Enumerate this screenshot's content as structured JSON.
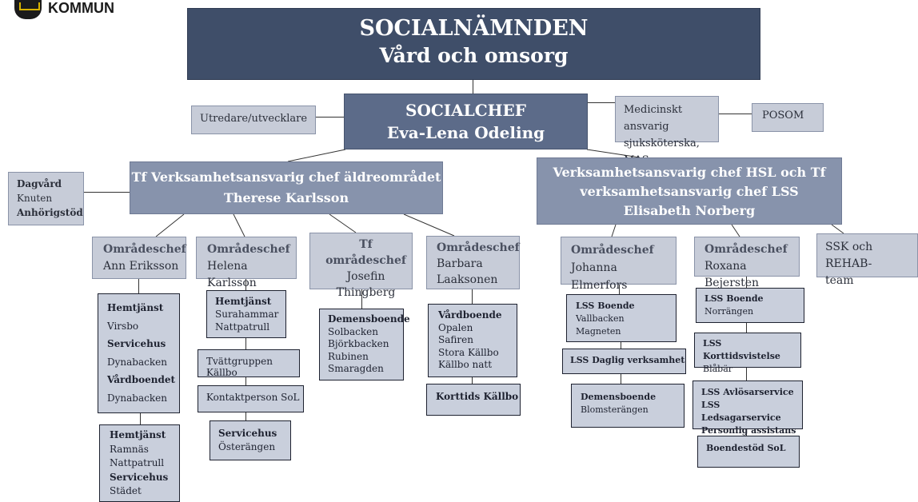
{
  "logo": {
    "text": "KOMMUN"
  },
  "top": {
    "line1": "SOCIALNÄMNDEN",
    "line2": "Vård och omsorg"
  },
  "chief": {
    "title": "SOCIALCHEF",
    "name": "Eva-Lena Odeling"
  },
  "side": {
    "utredare": "Utredare/utvecklare",
    "mas_line1": "Medicinskt ansvarig",
    "mas_line2": "sjuksköterska, MAS",
    "posom": "POSOM",
    "dagvard": "Dagvård",
    "knuten": "Knuten",
    "anhorig": "Anhörigstöd",
    "ssk_line1": "SSK och REHAB-",
    "ssk_line2": "team"
  },
  "left_head": {
    "line1": "Tf Verksamhetsansvarig chef äldreområdet",
    "line2": "Therese Karlsson"
  },
  "right_head": {
    "line1": "Verksamhetsansvarig chef HSL och Tf",
    "line2": "verksamhetsansvarig chef LSS",
    "line3": "Elisabeth Norberg"
  },
  "area_chiefs": {
    "ann": {
      "title": "Områdeschef",
      "name": "Ann Eriksson"
    },
    "helena": {
      "title": "Områdeschef",
      "name": "Helena Karlsson"
    },
    "josefin": {
      "title": "Tf områdeschef",
      "name1": "Josefin",
      "name2": "Thingberg"
    },
    "barbara": {
      "title": "Områdeschef",
      "name1": "Barbara",
      "name2": "Laaksonen"
    },
    "johanna": {
      "title": "Områdeschef",
      "name": "Johanna Elmerfors"
    },
    "roxana": {
      "title": "Områdeschef",
      "name": "Roxana Bejersten"
    }
  },
  "units": {
    "ann1": [
      "Hemtjänst",
      "Virsbo",
      "Servicehus",
      "Dynabacken",
      "Vårdboendet",
      "Dynabacken"
    ],
    "ann2": [
      "Hemtjänst",
      "Ramnäs",
      "Nattpatrull",
      "Servicehus",
      "Städet"
    ],
    "helena1": [
      "Hemtjänst",
      "Surahammar",
      "Nattpatrull"
    ],
    "helena2": "Tvättgruppen Källbo",
    "helena3": "Kontaktperson SoL",
    "helena4": [
      "Servicehus",
      "Österängen"
    ],
    "josefin1": [
      "Demensboende",
      "Solbacken",
      "Björkbacken",
      "Rubinen",
      "Smaragden"
    ],
    "barbara1": [
      "Vårdboende",
      "Opalen",
      "Safiren",
      "Stora Källbo",
      "Källbo natt"
    ],
    "barbara2": "Korttids Källbo",
    "johanna1": [
      "LSS Boende",
      "Vallbacken",
      "Magneten"
    ],
    "johanna2": "LSS Daglig verksamhet",
    "johanna3": [
      "Demensboende",
      "Blomsterängen"
    ],
    "roxana1": [
      "LSS Boende",
      "Norrängen"
    ],
    "roxana2": [
      "LSS Korttidsvistelse",
      "Blåbär"
    ],
    "roxana3": [
      "LSS Avlösarservice",
      "LSS Ledsagarservice",
      "Personlig assistans"
    ],
    "roxana4": "Boendestöd SoL"
  }
}
